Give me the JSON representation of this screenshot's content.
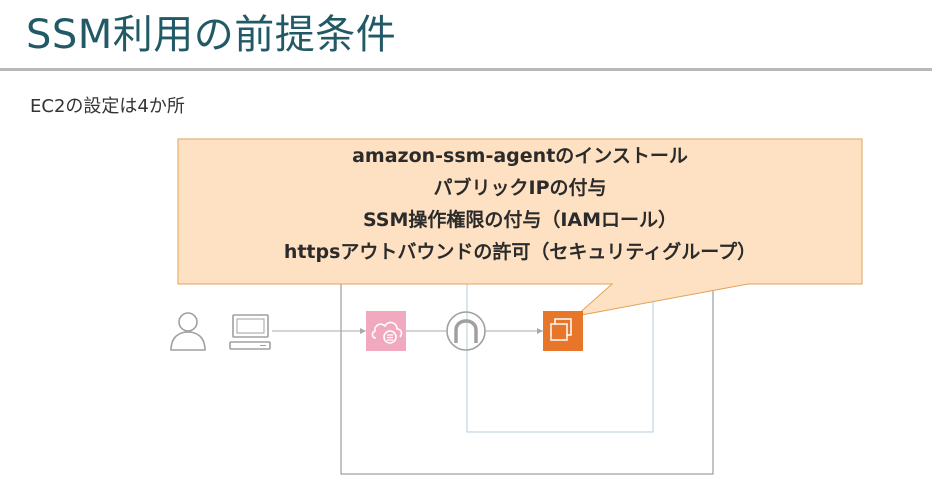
{
  "slide": {
    "title": "SSM利用の前提条件",
    "subtitle": "EC2の設定は4か所"
  },
  "callout": {
    "lines": [
      "amazon-ssm-agentのインストール",
      "パブリックIPの付与",
      "SSM操作権限の付与（IAMロール）",
      "httpsアウトバウンドの許可（セキュリティグループ）"
    ]
  },
  "colors": {
    "title": "#215a66",
    "callout_fill": "#fde1c2",
    "callout_border": "#e3a25a",
    "ssm_service": "#f0a9bf",
    "ec2_instance": "#e7762a",
    "icon_gray": "#a0a0a0",
    "vpc_border": "#8a8a8a",
    "subnet_border": "#b9ccd5"
  },
  "icons": {
    "user": "user-icon",
    "computer": "computer-icon",
    "ssm": "systems-manager-icon",
    "gateway": "internet-gateway-icon",
    "ec2": "ec2-instance-icon"
  }
}
